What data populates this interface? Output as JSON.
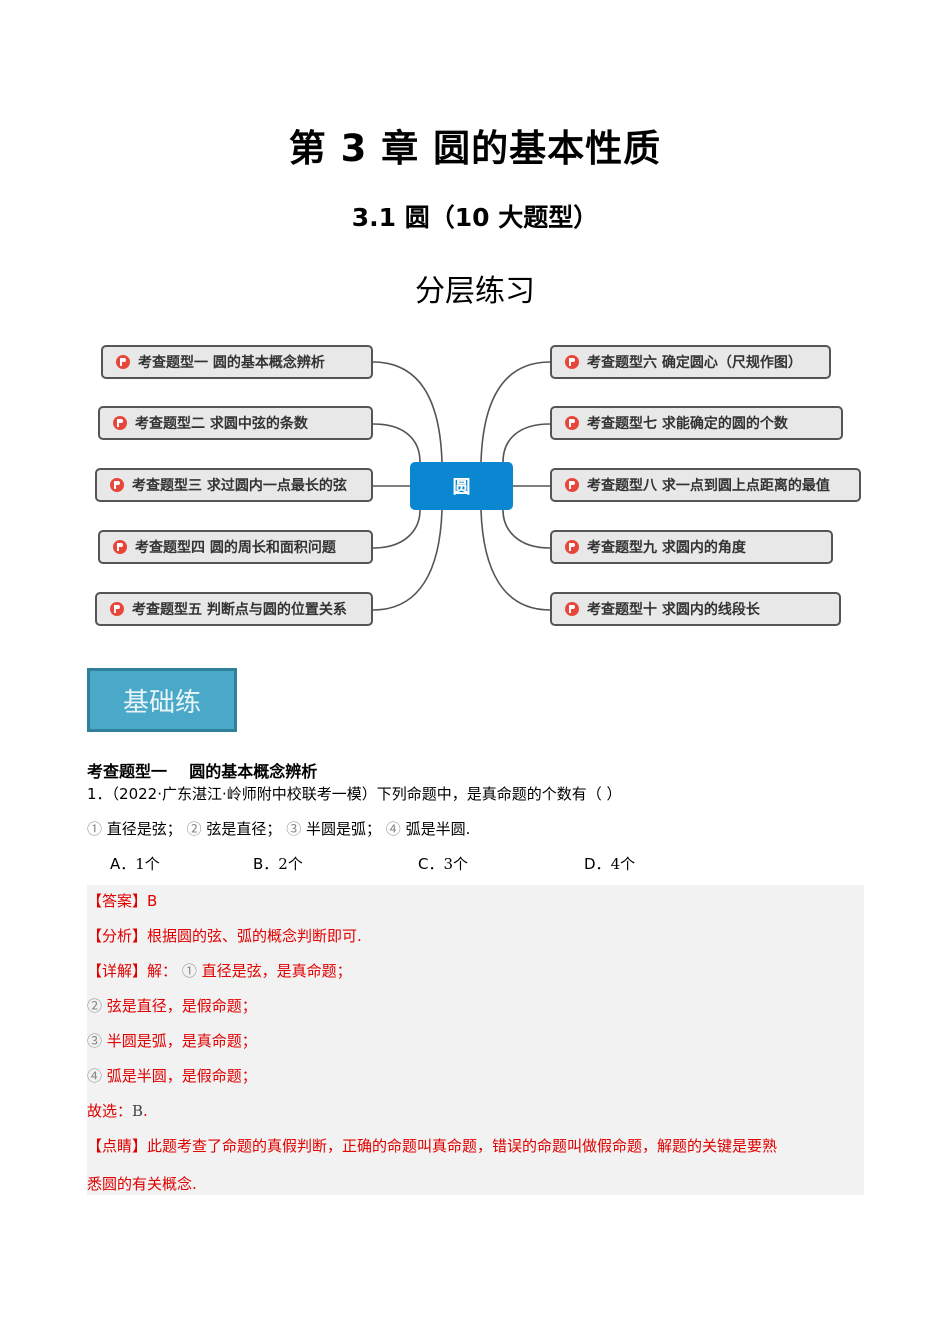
{
  "header": {
    "chapter_title": "第 3 章  圆的基本性质",
    "section_title": "3.1  圆（10 大题型）",
    "layer_title": "分层练习"
  },
  "mindmap": {
    "center": "圆",
    "left_nodes": [
      {
        "label": "考查题型一 圆的基本概念辨析",
        "icon": "flag-icon"
      },
      {
        "label": "考查题型二 求圆中弦的条数",
        "icon": "flag-icon"
      },
      {
        "label": "考查题型三 求过圆内一点最长的弦",
        "icon": "flag-icon"
      },
      {
        "label": "考查题型四 圆的周长和面积问题",
        "icon": "flag-icon"
      },
      {
        "label": "考查题型五 判断点与圆的位置关系",
        "icon": "flag-icon"
      }
    ],
    "right_nodes": [
      {
        "label": "考查题型六 确定圆心（尺规作图）",
        "icon": "flag-icon"
      },
      {
        "label": "考查题型七 求能确定的圆的个数",
        "icon": "flag-icon"
      },
      {
        "label": "考查题型八 求一点到圆上点距离的最值",
        "icon": "flag-icon"
      },
      {
        "label": "考查题型九 求圆内的角度",
        "icon": "flag-icon"
      },
      {
        "label": "考查题型十 求圆内的线段长",
        "icon": "flag-icon"
      }
    ],
    "colors": {
      "center": "#0a87d0",
      "node_bg": "#e8e8e8",
      "flag": "#e8463b"
    }
  },
  "basic_section": {
    "label": "基础练",
    "color": "#4aa9c9"
  },
  "question_type": {
    "heading": "考查题型一    圆的基本概念辨析"
  },
  "question1": {
    "stem": "1．（2022·广东湛江·岭师附中校联考一模）下列命题中，是真命题的个数有（    ）",
    "statements": [
      {
        "num": "①",
        "text": "直径是弦；"
      },
      {
        "num": "②",
        "text": "弦是直径；"
      },
      {
        "num": "③",
        "text": "半圆是弧；"
      },
      {
        "num": "④",
        "text": "弧是半圆."
      }
    ],
    "options": [
      {
        "letter": "A．",
        "value": "1个"
      },
      {
        "letter": "B．",
        "value": "2个"
      },
      {
        "letter": "C．",
        "value": "3个"
      },
      {
        "letter": "D．",
        "value": "4个"
      }
    ]
  },
  "solution": {
    "answer_tag": "【答案】",
    "answer": "B",
    "analysis_tag": "【分析】",
    "analysis": "根据圆的弦、弧的概念判断即可.",
    "detail_tag": "【详解】",
    "detail_intro": "解：",
    "detail_lines": [
      {
        "num": "①",
        "text": "直径是弦，是真命题；"
      },
      {
        "num": "②",
        "text": "弦是直径，是假命题；"
      },
      {
        "num": "③",
        "text": "半圆是弧，是真命题；"
      },
      {
        "num": "④",
        "text": "弧是半圆，是假命题；"
      }
    ],
    "choose_prefix": "故选：",
    "choose_value": "B",
    "choose_suffix": ".",
    "comment_tag": "【点睛】",
    "comment_line1": "此题考查了命题的真假判断，正确的命题叫真命题，错误的命题叫做假命题，解题的关键是要熟",
    "comment_line2": "悉圆的有关概念.",
    "text_color": "#e00000",
    "bg_color": "#f2f2f2"
  }
}
